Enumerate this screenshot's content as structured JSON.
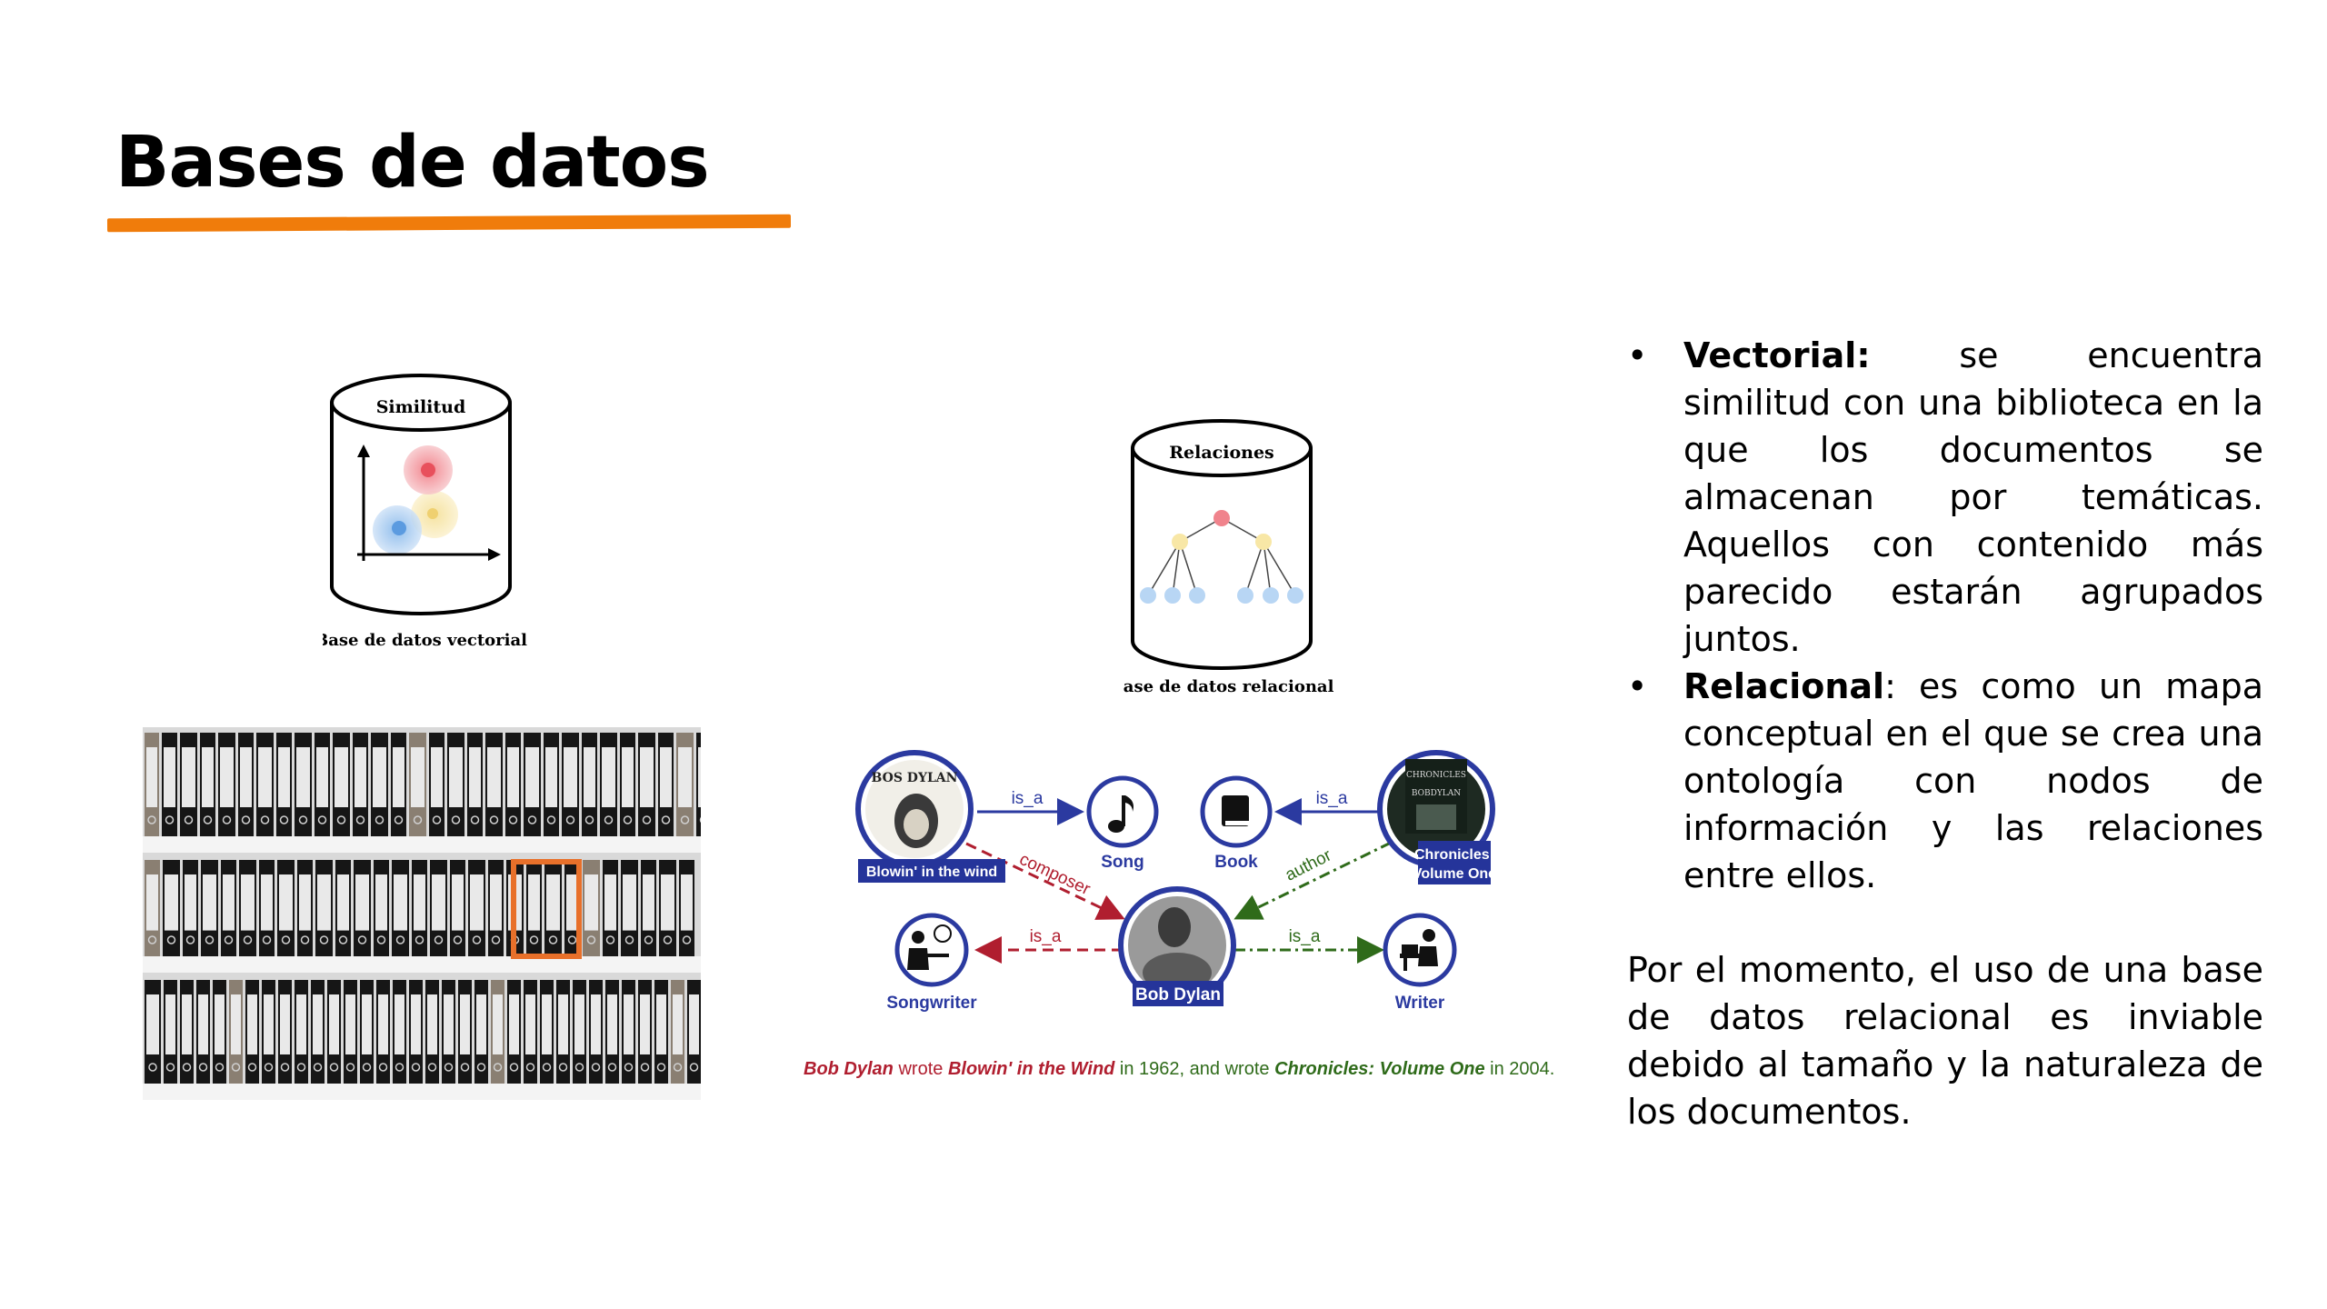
{
  "slide": {
    "title": "Bases de datos",
    "accent_color": "#f07c0b"
  },
  "vector_db": {
    "cylinder_label": "Similitud",
    "caption": "Base de datos vectorial"
  },
  "relational_db": {
    "cylinder_label": "Relaciones",
    "caption": "Base de datos relacional"
  },
  "archive_photo": {
    "icon": "binders-shelf-photo",
    "highlight_color": "#e8702a"
  },
  "knowledge_graph": {
    "nodes": {
      "blowin": "Blowin' in the wind",
      "song": "Song",
      "book": "Book",
      "chronicles_line1": "Chronicles:",
      "chronicles_line2": "Volume One",
      "songwriter": "Songwriter",
      "bob_dylan": "Bob Dylan",
      "writer": "Writer"
    },
    "edges": {
      "is_a_song": "is_a",
      "is_a_book": "is_a",
      "composer": "composer",
      "author": "author",
      "is_a_songwriter": "is_a",
      "is_a_writer": "is_a"
    },
    "album_cover_text": "BOS DYLAN",
    "book_cover_text1": "CHRONICLES",
    "book_cover_text2": "BOBDYLAN",
    "sentence": {
      "part1": "Bob Dylan",
      "part2": " wrote ",
      "part3": "Blowin' in the Wind",
      "part4": " in 1962, and wrote ",
      "part5": "Chronicles: Volume One",
      "part6": " in 2004."
    },
    "colors": {
      "node_blue": "#2b3aa0",
      "label_bg": "#25349a",
      "red": "#b01e2f",
      "green": "#2f6b1a"
    }
  },
  "bullets": [
    {
      "bullet": "•",
      "term": "Vectorial:",
      "text": " se encuentra similitud con una biblioteca en la que los documentos se almacenan por temáticas. Aquellos con contenido más parecido estarán agrupados juntos."
    },
    {
      "bullet": "•",
      "term": "Relacional",
      "text": ": es como un mapa conceptual en el que se crea una ontología con nodos de información y las relaciones entre ellos."
    }
  ],
  "conclusion": "Por el momento, el uso de una base de datos relacional es inviable debido al tamaño y la naturaleza de los documentos."
}
